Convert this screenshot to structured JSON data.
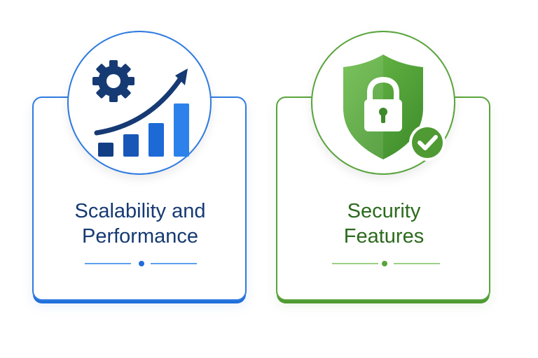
{
  "cards": [
    {
      "title_line1": "Scalability and",
      "title_line2": "Performance",
      "icon": "gear-growth-chart-icon",
      "accent": "#1f6fdc"
    },
    {
      "title_line1": "Security",
      "title_line2": "Features",
      "icon": "shield-lock-check-icon",
      "accent": "#4f9a33"
    }
  ],
  "colors": {
    "blue_dark": "#163a73",
    "blue": "#1f6fdc",
    "green_dark": "#2b6a1c",
    "green": "#4f9a33"
  }
}
